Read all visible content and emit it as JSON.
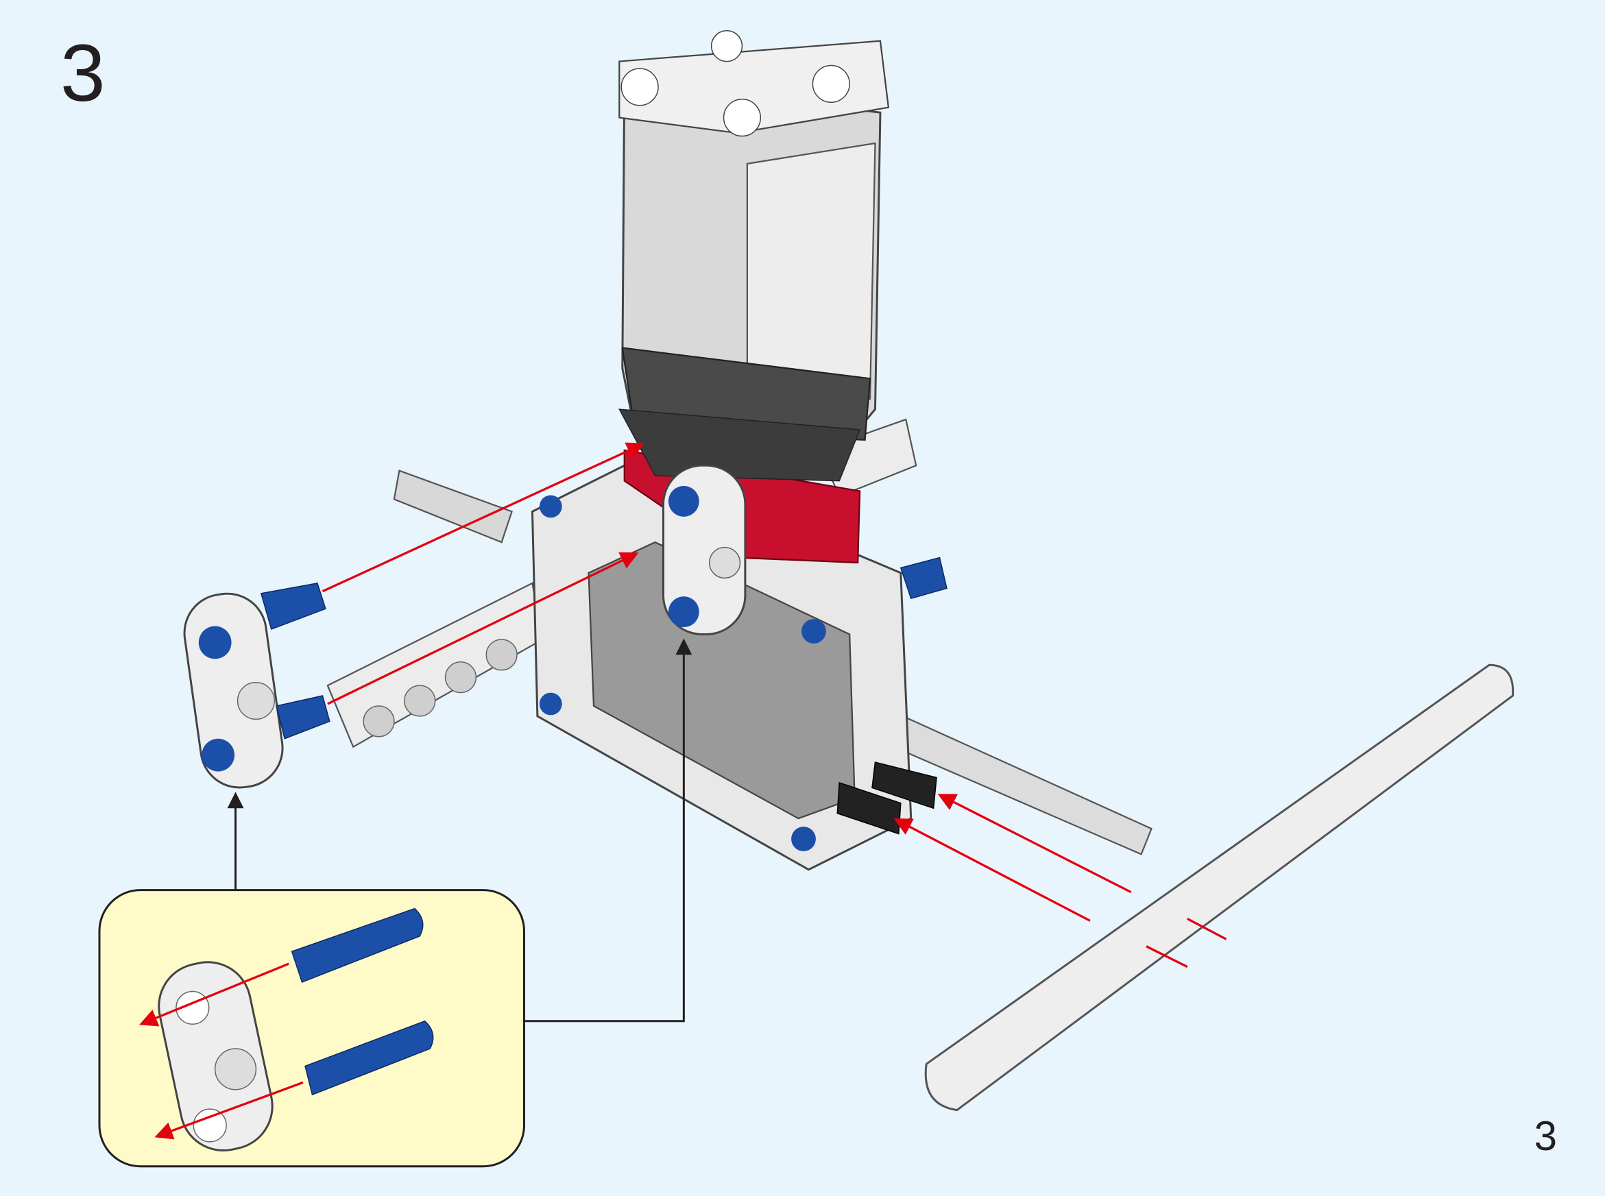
{
  "step": {
    "number": "3"
  },
  "page": {
    "number": "3"
  },
  "colors": {
    "background": "#e9f5fd",
    "callout_fill": "#fffbc8",
    "arrow_red": "#e3000f",
    "pin_blue": "#1c4fa8",
    "part_light_gray": "#e4e4e4",
    "motor_dark_gray": "#4a4a4a",
    "red_part": "#c8102e"
  },
  "icons": [
    "assembly-arrow",
    "callout-pointer",
    "blue-axle-pin",
    "black-friction-pin",
    "liftarm-beam",
    "motor",
    "frame"
  ]
}
